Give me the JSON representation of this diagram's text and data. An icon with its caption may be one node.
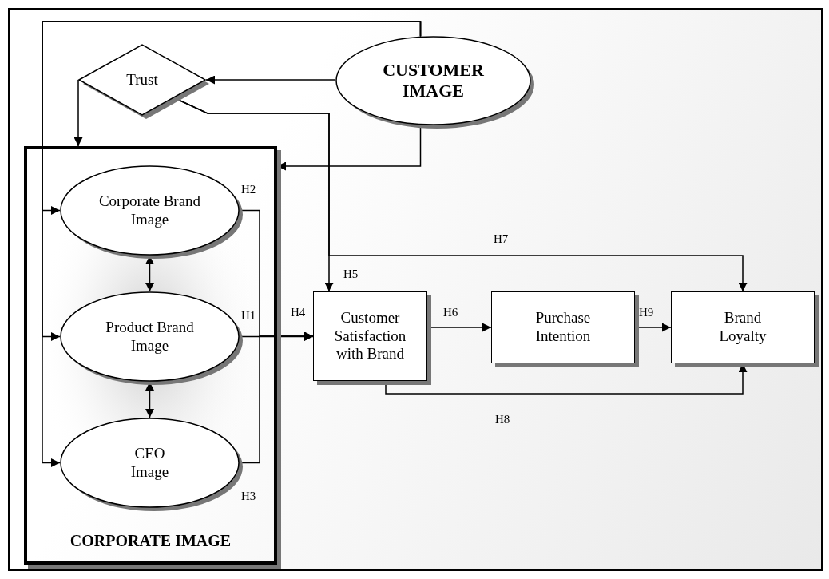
{
  "diagram": {
    "nodes": [
      {
        "text": [
          "Trust"
        ]
      },
      {
        "text": [
          "CUSTOMER IMAGE"
        ]
      },
      {
        "text": [
          "CORPORATE IMAGE"
        ]
      },
      {
        "text": [
          "Corporate Brand Image"
        ],
        "in": 2
      },
      {
        "text": [
          "Product Brand Image"
        ],
        "in": 2
      },
      {
        "text": [
          "CEO Image"
        ],
        "in": 2
      },
      {
        "text": [
          "Customer Satisfaction with Brand"
        ],
        "beside": [
          "H4"
        ]
      },
      {
        "text": [
          "Purchase Intention"
        ]
      },
      {
        "text": [
          "Brand Loyalty"
        ]
      }
    ],
    "edges": [
      {
        "from": 1,
        "to": 0,
        "arrow": "to"
      },
      {
        "from": 1,
        "to": 2,
        "arrow": "to"
      },
      {
        "from": 0,
        "to": 2,
        "arrow": "to"
      },
      {
        "from": 1,
        "to": 3,
        "arrow": "to"
      },
      {
        "from": 1,
        "to": 4,
        "arrow": "to"
      },
      {
        "from": 1,
        "to": 5,
        "arrow": "to"
      },
      {
        "from": 0,
        "to": 6,
        "arrow": "to",
        "label": "H5"
      },
      {
        "from": 0,
        "to": 8,
        "arrow": "to",
        "label": "H7"
      },
      {
        "from": 3,
        "to": 4,
        "arrow": "both"
      },
      {
        "from": 4,
        "to": 5,
        "arrow": "both"
      },
      {
        "from": 3,
        "to": 6,
        "arrow": "to",
        "label": "H2"
      },
      {
        "from": 4,
        "to": 6,
        "arrow": "to",
        "label": "H1"
      },
      {
        "from": 5,
        "to": 6,
        "arrow": "to",
        "label": "H3"
      },
      {
        "from": 6,
        "to": 7,
        "arrow": "to",
        "label": "H6"
      },
      {
        "from": 7,
        "to": 8,
        "arrow": "to",
        "label": "H9"
      },
      {
        "from": 6,
        "to": 8,
        "arrow": "to",
        "label": "H8"
      }
    ]
  }
}
